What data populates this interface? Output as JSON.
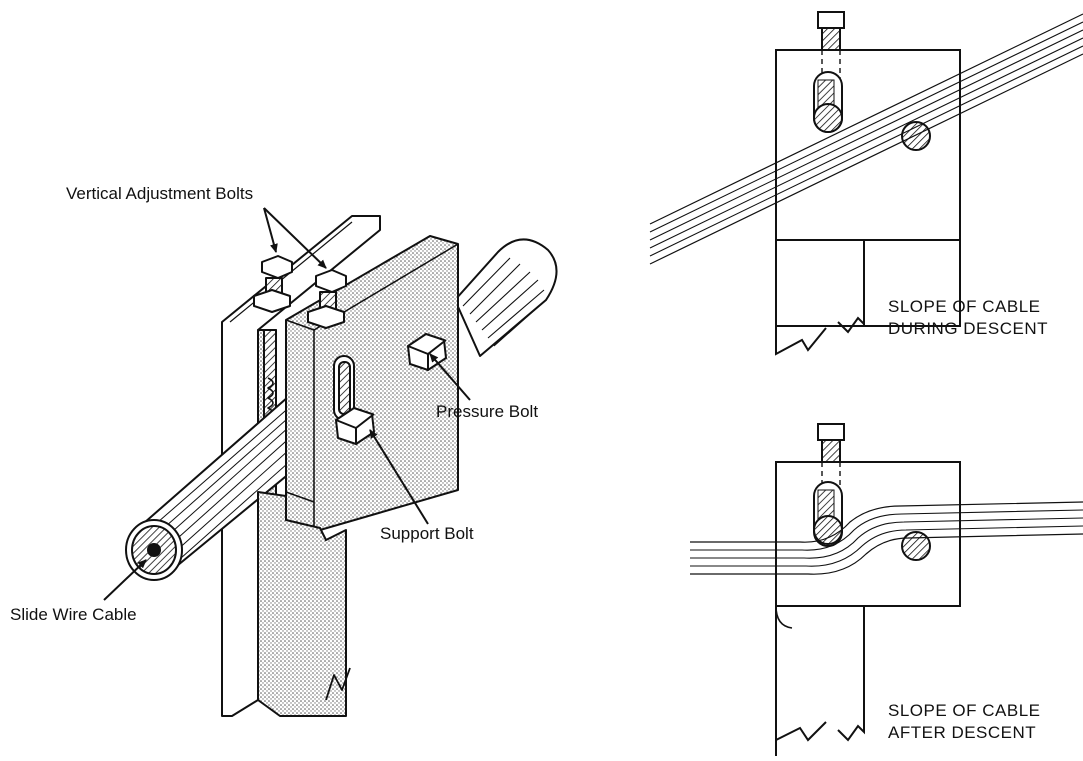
{
  "left_figure": {
    "labels": {
      "vertical_adjustment_bolts": "Vertical Adjustment Bolts",
      "pressure_bolt": "Pressure Bolt",
      "support_bolt": "Support Bolt",
      "slide_wire_cable": "Slide Wire Cable"
    }
  },
  "right_top_figure": {
    "caption_line1": "SLOPE OF CABLE",
    "caption_line2": "DURING DESCENT"
  },
  "right_bottom_figure": {
    "caption_line1": "SLOPE OF CABLE",
    "caption_line2": "AFTER DESCENT"
  }
}
